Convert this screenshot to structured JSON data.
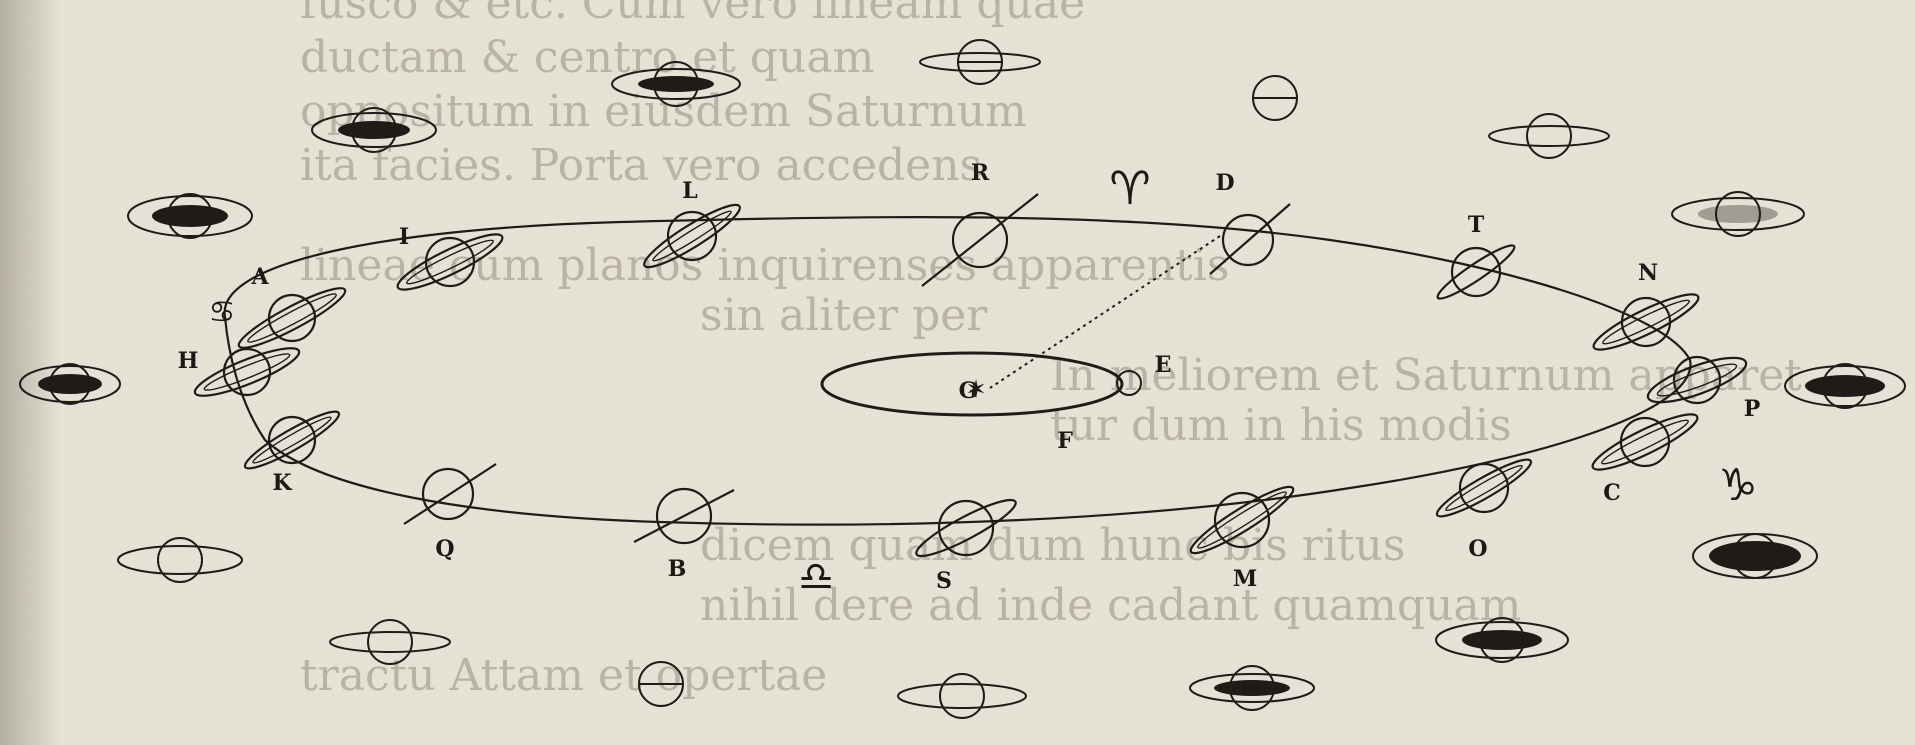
{
  "figure": {
    "sun_label": "G",
    "point_labels": [
      "A",
      "B",
      "C",
      "D",
      "E",
      "F",
      "G",
      "H",
      "I",
      "K",
      "L",
      "M",
      "N",
      "O",
      "P",
      "Q",
      "R",
      "S",
      "T"
    ],
    "sign_symbols": {
      "aries": "♈",
      "cancer": "♋",
      "libra": "♎",
      "capricorn": "♑"
    }
  },
  "bleed_through_text": [
    "fusco & etc. Cum vero lineam quae",
    "ductam & centro et quam",
    "oppositum in eiusdem Saturnum",
    "ita facies. Porta vero accedens",
    "lineae cum planos inquirenses apparentis",
    "sin aliter per",
    "In meliorem et Saturnum apparet",
    "tur dum in his modis",
    "dicem quam dum hunc bis ritus",
    "nihil dere ad inde cadant quamquam",
    "tractu Attam et opertae"
  ],
  "colors": {
    "paper": "#e9e4d8",
    "ink": "#1f1c18",
    "bleed": "#b9b3a6"
  }
}
